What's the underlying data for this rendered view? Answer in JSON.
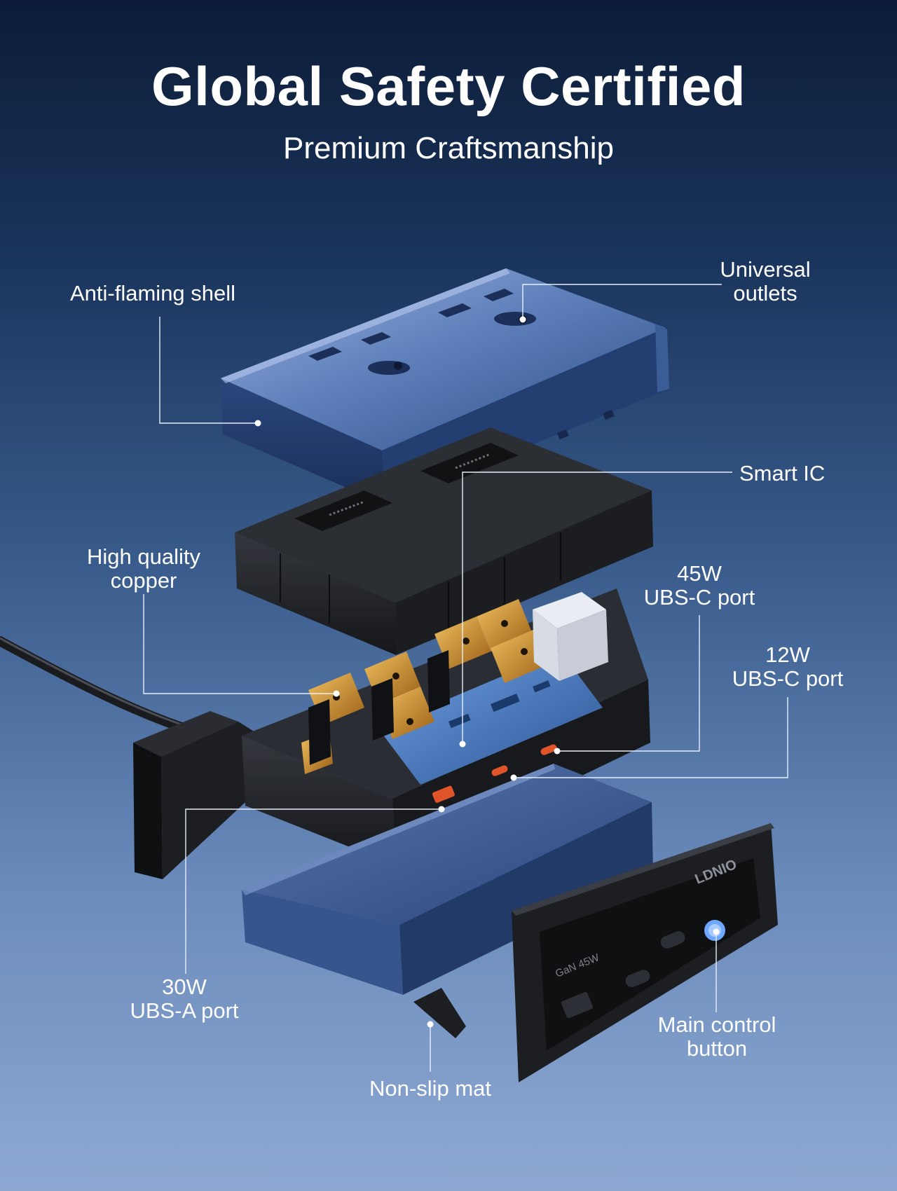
{
  "header": {
    "title": "Global Safety Certified",
    "subtitle": "Premium Craftsmanship"
  },
  "callouts": {
    "anti_flaming_shell": [
      "Anti-flaming shell"
    ],
    "universal_outlets": [
      "Universal",
      "outlets"
    ],
    "smart_ic": [
      "Smart IC"
    ],
    "high_quality_copper": [
      "High quality",
      "copper"
    ],
    "usbc_45w": [
      "45W",
      "UBS-C port"
    ],
    "usbc_12w": [
      "12W",
      "UBS-C port"
    ],
    "usba_30w": [
      "30W",
      "UBS-A port"
    ],
    "main_control_button": [
      "Main control",
      "button"
    ],
    "non_slip_mat": [
      "Non-slip mat"
    ]
  },
  "product_markings": {
    "brand": "LDNIO",
    "gan_label": "GaN 45W"
  },
  "colors": {
    "shell_blue": "#2d4a80",
    "frame_black": "#1c1e22",
    "copper": "#c98a26",
    "pcb_blue": "#3a6fb3",
    "port_orange": "#e0542a",
    "button_blue": "#6fa8ff"
  }
}
